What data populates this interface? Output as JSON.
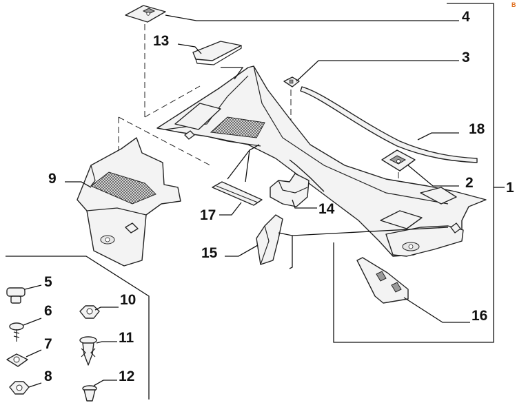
{
  "callouts": [
    {
      "id": "1",
      "label": "1"
    },
    {
      "id": "2",
      "label": "2"
    },
    {
      "id": "3",
      "label": "3"
    },
    {
      "id": "4",
      "label": "4"
    },
    {
      "id": "5",
      "label": "5"
    },
    {
      "id": "6",
      "label": "6"
    },
    {
      "id": "7",
      "label": "7"
    },
    {
      "id": "8",
      "label": "8"
    },
    {
      "id": "9",
      "label": "9"
    },
    {
      "id": "10",
      "label": "10"
    },
    {
      "id": "11",
      "label": "11"
    },
    {
      "id": "12",
      "label": "12"
    },
    {
      "id": "13",
      "label": "13"
    },
    {
      "id": "14",
      "label": "14"
    },
    {
      "id": "15",
      "label": "15"
    },
    {
      "id": "16",
      "label": "16"
    },
    {
      "id": "17",
      "label": "17"
    },
    {
      "id": "18",
      "label": "18"
    }
  ],
  "corner_mark": "B",
  "colors": {
    "line": "#111111",
    "part_fill": "#f3f3f3",
    "mesh": "#9a9a9a",
    "accent": "#e07020"
  }
}
